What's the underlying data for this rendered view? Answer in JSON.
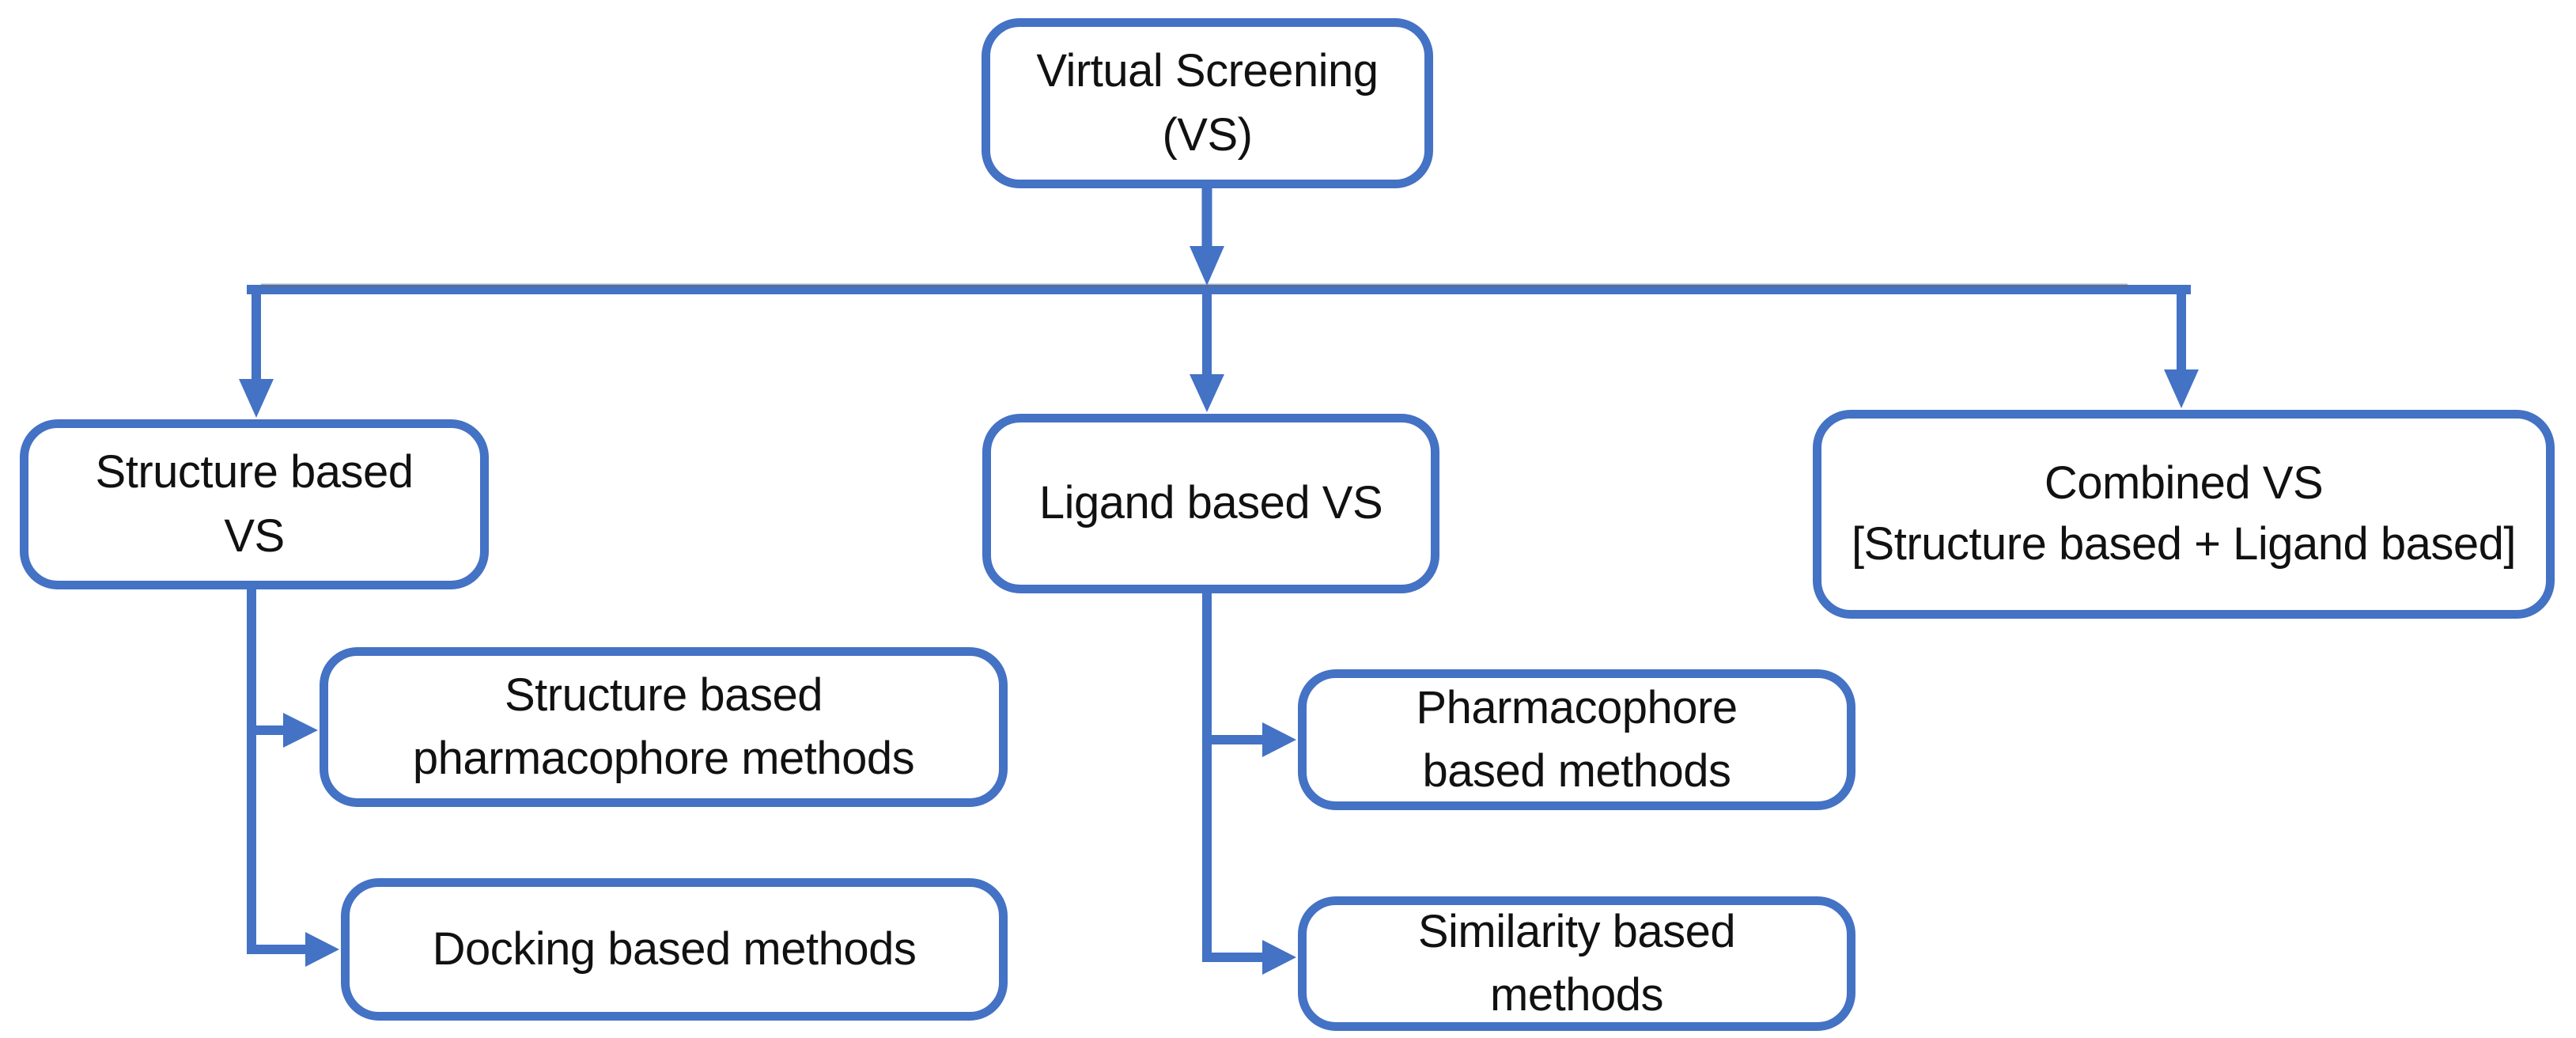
{
  "diagram": {
    "background": "#ffffff",
    "accent_color": "#4472C4",
    "text_color": "#111111",
    "nodes": [
      {
        "id": "virtual-screening",
        "label": "Virtual Screening\n(VS)"
      },
      {
        "id": "structure-based-vs",
        "label": "Structure based\nVS"
      },
      {
        "id": "ligand-based-vs",
        "label": "Ligand based VS"
      },
      {
        "id": "combined-vs",
        "label": "Combined VS\n[Structure based + Ligand based]"
      },
      {
        "id": "structure-based-pharmacophore-methods",
        "label": "Structure based\npharmacophore methods"
      },
      {
        "id": "docking-based-methods",
        "label": "Docking based methods"
      },
      {
        "id": "pharmacophore-based-methods",
        "label": "Pharmacophore\nbased methods"
      },
      {
        "id": "similarity-based-methods",
        "label": "Similarity based\nmethods"
      }
    ],
    "edges": [
      {
        "from": "virtual-screening",
        "to": "structure-based-vs"
      },
      {
        "from": "virtual-screening",
        "to": "ligand-based-vs"
      },
      {
        "from": "virtual-screening",
        "to": "combined-vs"
      },
      {
        "from": "structure-based-vs",
        "to": "structure-based-pharmacophore-methods"
      },
      {
        "from": "structure-based-vs",
        "to": "docking-based-methods"
      },
      {
        "from": "ligand-based-vs",
        "to": "pharmacophore-based-methods"
      },
      {
        "from": "ligand-based-vs",
        "to": "similarity-based-methods"
      }
    ]
  }
}
